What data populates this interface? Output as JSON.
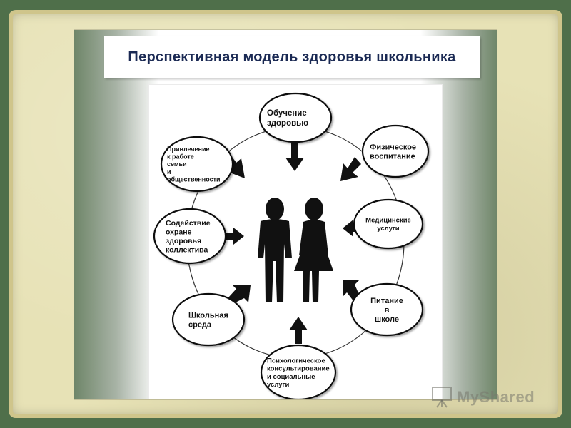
{
  "title": "Перспективная модель здоровья школьника",
  "diagram": {
    "nodes": [
      {
        "id": "obuchenie",
        "lines": [
          "Обучение",
          "здоровью"
        ]
      },
      {
        "id": "fizicheskoe",
        "lines": [
          "Физическое",
          "воспитание"
        ]
      },
      {
        "id": "medicinskie",
        "lines": [
          "Медицинские",
          "услуги"
        ]
      },
      {
        "id": "pitanie",
        "lines": [
          "Питание",
          "в",
          "школе"
        ]
      },
      {
        "id": "psihologicheskoe",
        "lines": [
          "Психологическое",
          "консультирование",
          "и социальные",
          "услуги"
        ]
      },
      {
        "id": "shkolnaya",
        "lines": [
          "Школьная",
          "среда"
        ]
      },
      {
        "id": "sodeystvie",
        "lines": [
          "Содействие",
          "охране",
          "здоровья",
          "коллектива"
        ]
      },
      {
        "id": "privlechenie",
        "lines": [
          "Привлечение",
          "к работе",
          "семьи",
          "и",
          "общественности"
        ]
      }
    ]
  },
  "watermark": {
    "text": "MyShared"
  },
  "colors": {
    "title": "#1b2a54",
    "ink": "#1a1a1a",
    "slide_edge": "#6f8669"
  }
}
